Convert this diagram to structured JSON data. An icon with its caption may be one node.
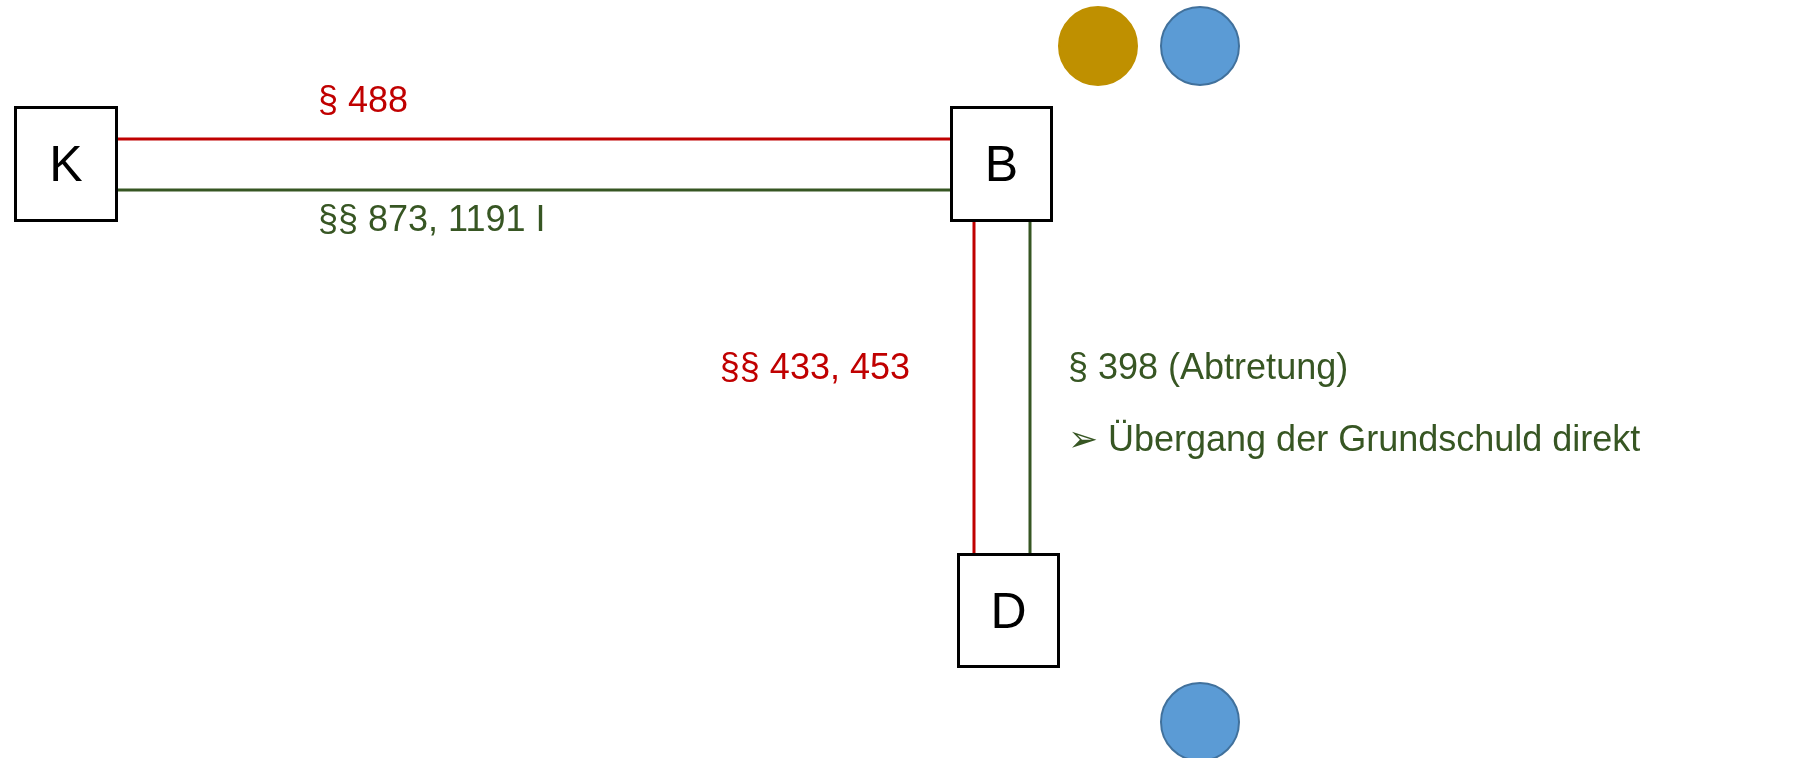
{
  "diagram": {
    "nodes": [
      {
        "text": [],
        "shape": "circle"
      },
      {
        "text": [],
        "shape": "circle"
      },
      {
        "text": [
          "K"
        ]
      },
      {
        "text": [
          "B"
        ]
      },
      {
        "text": [
          "D"
        ]
      },
      {
        "text": [],
        "shape": "circle"
      }
    ],
    "edges": [
      {
        "from": 2,
        "to": 3,
        "arrow": "none",
        "label": "§ 488",
        "color": "#c00000"
      },
      {
        "from": 2,
        "to": 3,
        "arrow": "none",
        "label": "§§ 873, 1191 I",
        "color": "#375623"
      },
      {
        "from": 3,
        "to": 4,
        "arrow": "none",
        "label": "§§ 433, 453",
        "color": "#c00000"
      },
      {
        "from": 3,
        "to": 4,
        "arrow": "none",
        "label": "§ 398 (Abtretung)",
        "color": "#375623"
      }
    ],
    "labels": [
      "➢ Übergang der Grundschuld direkt"
    ]
  }
}
